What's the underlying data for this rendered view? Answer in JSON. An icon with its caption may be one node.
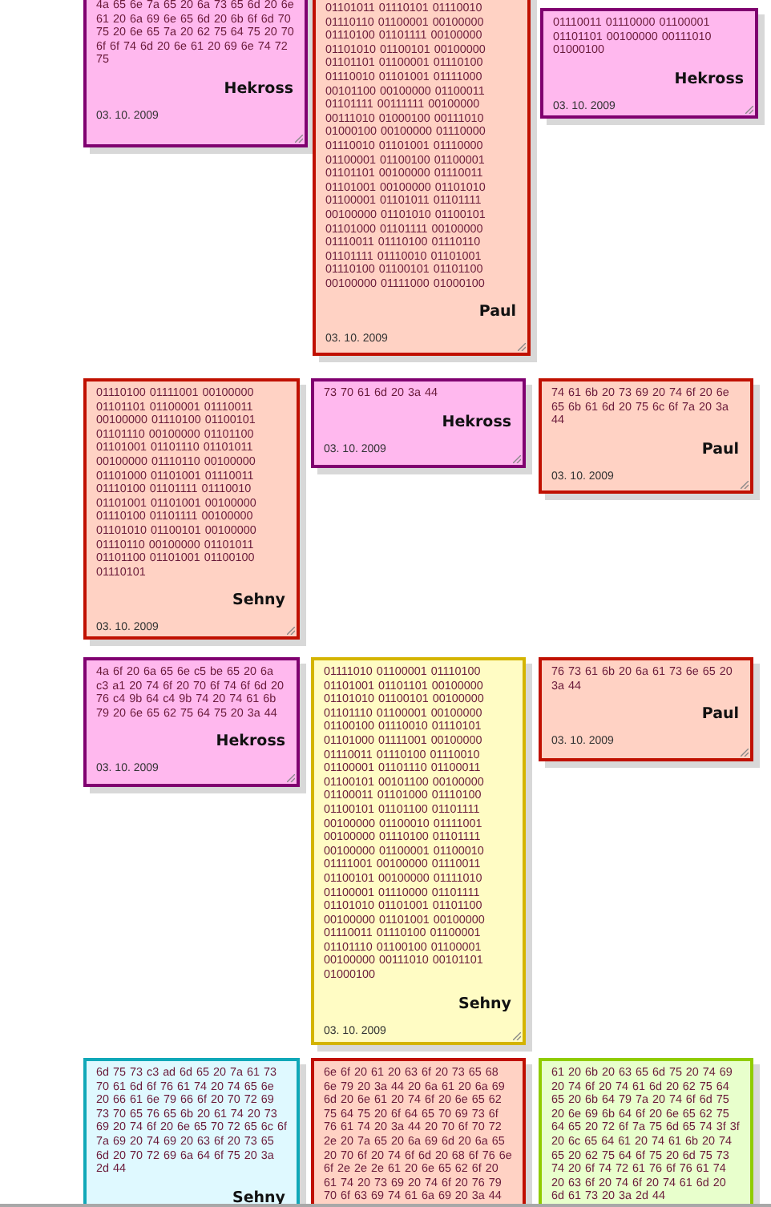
{
  "diagram": {
    "nodes": [
      {
        "text": [
          "4a 65 6e 7a 65 20 6a 73 65 6d 20 6e 61 20 6a 69 6e 65 6d 20 6b 6f 6d 70 75 20 6e 65 7a 20 62 75 64 75 20 70 6f 6f 74 6d 20 6e 61 20 69 6e 74 72 75",
          "Hekross",
          "03. 10. 2009"
        ]
      },
      {
        "text": [
          "01101011 01110101 01110010 01110110 01100001 00100000 01110100 01101111 00100000 01101010 01100101 00100000 01101101 01100001 01110100 01110010 01101001 01111000 00101100 00100000 01100011 01101111 00111111 00100000 00111010 01000100 00111010 01000100 00100000 01110000 01110010 01101001 01110000 01100001 01100100 01100001 01101101 00100000 01110011 01101001 00100000 01101010 01100001 01101011 01101111 00100000 01101010 01100101 01101000 01101111 00100000 01110011 01110100 01110110 01101111 01110010 01101001 01110100 01100101 01101100 00100000 01111000 01000100",
          "Paul",
          "03. 10. 2009"
        ]
      },
      {
        "text": [
          "01110011 01110000 01100001 01101101 00100000 00111010 01000100",
          "Hekross",
          "03. 10. 2009"
        ]
      },
      {
        "text": [
          "01110100 01111001 00100000 01101101 01100001 01110011 00100000 01110100 01100101 01101110 00100000 01101100 01101001 01101110 01101011 00100000 01110110 00100000 01101000 01101001 01110011 01110100 01101111 01110010 01101001 01101001 00100000 01110100 01101111 00100000 01101010 01100101 00100000 01110110 00100000 01101011 01101100 01101001 01100100 01110101",
          "Sehny",
          "03. 10. 2009"
        ]
      },
      {
        "text": [
          "73 70 61 6d 20 3a 44",
          "Hekross",
          "03. 10. 2009"
        ]
      },
      {
        "text": [
          "74 61 6b 20 73 69 20 74 6f 20 6e 65 6b 61 6d 20 75 6c 6f 7a 20 3a 44",
          "Paul",
          "03. 10. 2009"
        ]
      },
      {
        "text": [
          "4a 6f 20 6a 65 6e c5 be 65 20 6a c3 a1 20 74 6f 20 70 6f 74 6f 6d 20 76 c4 9b 64 c4 9b 74 20 74 61 6b 79 20 6e 65 62 75 64 75 20 3a 44",
          "Hekross",
          "03. 10. 2009"
        ]
      },
      {
        "text": [
          "01111010 01100001 01110100 01101001 01101101 00100000 01101010 01100101 00100000 01101110 01100001 00100000 01100100 01110010 01110101 01101000 01111001 00100000 01110011 01110100 01110010 01100001 01101110 01100011 01100101 00101100 00100000 01100011 01101000 01110100 01100101 01101100 01101111 00100000 01100010 01111001 00100000 01110100 01101111 00100000 01100001 01100010 01111001 00100000 01110011 01100101 00100000 01111010 01100001 01110000 01101111 01101010 01101001 01101100 00100000 01101001 00100000 01110011 01110100 01100001 01101110 01100100 01100001 00100000 00111010 00101101 01000100",
          "Sehny",
          "03. 10. 2009"
        ]
      },
      {
        "text": [
          "76 73 61 6b 20 6a 61 73 6e 65 20 3a 44",
          "Paul",
          "03. 10. 2009"
        ]
      },
      {
        "text": [
          "6d 75 73 c3 ad 6d 65 20 7a 61 73 70 61 6d 6f 76 61 74 20 74 65 6e 20 66 61 6e 79 66 6f 20 70 72 69 73 70 65 76 65 6b 20 61 74 20 73 69 20 74 6f 20 6e 65 70 72 65 6c 6f 7a 69 20 74 69 20 63 6f 20 73 65 6d 20 70 72 69 6a 64 6f 75 20 3a 2d 44",
          "Sehny"
        ]
      },
      {
        "text": [
          "6e 6f 20 61 20 63 6f 20 73 65 68 6e 79 20 3a 44 20 6a 61 20 6a 69 6d 20 6e 61 20 74 6f 20 6e 65 62 75 64 75 20 6f 64 65 70 69 73 6f 76 61 74 20 3a 44 20 70 6f 70 72 2e 20 7a 65 20 6a 69 6d 20 6a 65 20 70 6f 20 74 6f 6d 20 68 6f 76 6e 6f 2e 2e 2e 61 20 6e 65 62 6f 20 61 74 20 73 69 20 74 6f 20 76 79 70 6f 63 69 74 61 6a 69 20 3a 44"
        ]
      },
      {
        "text": [
          "61 20 6b 20 63 65 6d 75 20 74 69 20 74 6f 20 74 61 6d 20 62 75 64 65 20 6b 64 79 7a 20 74 6f 6d 75 20 6e 69 6b 64 6f 20 6e 65 62 75 64 65 20 72 6f 7a 75 6d 65 74 3f 3f 20 6c 65 64 61 20 74 61 6b 20 74 65 20 62 75 64 6f 75 20 6d 75 73 74 20 6f 74 72 61 76 6f 76 61 74 20 63 6f 20 74 6f 20 74 61 6d 20 6d 61 73 20 3a 2d 44"
        ]
      }
    ]
  }
}
